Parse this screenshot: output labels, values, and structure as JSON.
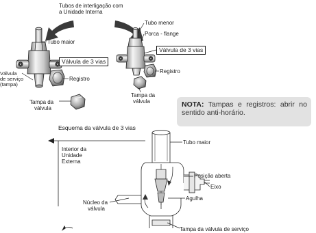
{
  "labels": {
    "header_tubos_line1": "Tubos de interligação com",
    "header_tubos_line2": "a Unidade Interna",
    "tubo_maior": "Tubo maior",
    "valvula_3_vias_left": "Válvula de 3 vias",
    "valvula_servico_1": "Válvula",
    "valvula_servico_2": "de serviço",
    "valvula_servico_3": "(tampa)",
    "registro_left": "Registro",
    "tampa_valvula_left_1": "Tampa da",
    "tampa_valvula_left_2": "válvula",
    "tubo_menor": "Tubo menor",
    "porca_flange": "Porca - flange",
    "valvula_3_vias_right": "Válvula de 3 vias",
    "registro_right": "Registro",
    "tampa_valvula_right_1": "Tampa da",
    "tampa_valvula_right_2": "válvula",
    "esquema_title": "Esquema da válvula de 3 vias",
    "interior_1": "Interior da",
    "interior_2": "Unidade",
    "interior_3": "Externa",
    "tubo_maior_schema": "Tubo maior",
    "posicao_aberta": "Posição aberta",
    "eixo": "Eixo",
    "agulha": "Agulha",
    "nucleo_1": "Núcleo da",
    "nucleo_2": "válvula",
    "tampa_servico": "Tampa da válvula de serviço"
  },
  "note": {
    "bold": "NOTA:",
    "text": " Tampas e registros: abrir no sentido anti-horário."
  },
  "colors": {
    "note_bg": "#e2e2e2",
    "line": "#222222",
    "metal_light": "#f2f2f2",
    "metal_mid": "#bdbdbd",
    "metal_dark": "#6b6b6b"
  }
}
